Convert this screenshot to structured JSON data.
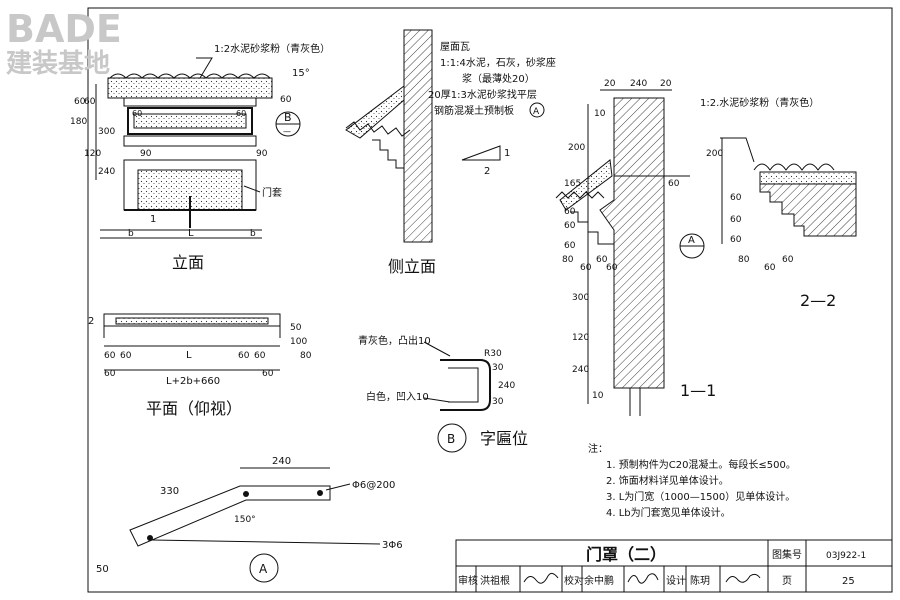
{
  "logo": {
    "brand": "BADE",
    "subtitle": "建装基地"
  },
  "elevation": {
    "top_note": "1:2水泥砂浆粉（青灰色）",
    "slope": "15°",
    "dims_left": [
      "60",
      "60",
      "180",
      "300",
      "120",
      "240"
    ],
    "dims_right": [
      "60",
      "90",
      "90"
    ],
    "sixty_left": "60",
    "sixty_right": "60",
    "door_frame": "门套",
    "l_label": "L",
    "b_left": "b",
    "b_right": "b",
    "one": "1",
    "section_mark": "B",
    "section_mark_sub": "—",
    "caption": "立面"
  },
  "side": {
    "roof_note": "屋面瓦",
    "note_line2": "1:1:4水泥，石灰，砂浆座",
    "note_line3": "浆（最薄处20）",
    "note_line4": "20厚1:3水泥砂浆找平层",
    "note_line5": "钢筋混凝土预制板",
    "note_mark": "A",
    "slope_v": "1",
    "slope_h": "2",
    "caption": "侧立面"
  },
  "plan": {
    "dims": [
      "60",
      "60",
      "L",
      "60",
      "60",
      "60",
      "60"
    ],
    "total": "L+2b+660",
    "left_mark": "2",
    "right_dims": [
      "50",
      "100",
      "80"
    ],
    "caption": "平面（仰视）"
  },
  "detail_a": {
    "dim_top": "240",
    "dim_slope": "330",
    "dim_bottom": "50",
    "angle": "150°",
    "rebar_top": "Φ6@200",
    "rebar_bottom": "3Φ6",
    "mark": "A"
  },
  "detail_b": {
    "label_top": "青灰色，凸出10",
    "label_bottom": "白色，凹入10",
    "dims": [
      "R30",
      "30",
      "240",
      "30"
    ],
    "mark": "B",
    "caption": "字匾位"
  },
  "section_11": {
    "dims_top": [
      "20",
      "240",
      "20"
    ],
    "dims_left": [
      "10",
      "200",
      "165",
      "60",
      "60",
      "60",
      "300",
      "120",
      "240",
      "10"
    ],
    "dims_bottom": [
      "80",
      "60",
      "60",
      "60"
    ],
    "dim_right": "60",
    "mark": "A",
    "caption": "1—1"
  },
  "section_22": {
    "note": "1:2.水泥砂浆粉（青灰色）",
    "dims_left": [
      "200",
      "60",
      "60",
      "60"
    ],
    "dims_bottom": [
      "80",
      "60",
      "60"
    ],
    "caption": "2—2"
  },
  "notes": {
    "heading": "注：",
    "items": [
      "1. 预制构件为C20混凝土。每段长≤500。",
      "2. 饰面材料详见单体设计。",
      "3. L为门宽（1000—1500）见单体设计。",
      "4. Lb为门套宽见单体设计。"
    ]
  },
  "title_block": {
    "title": "门罩（二）",
    "atlas_label": "图集号",
    "atlas_value": "03J922-1",
    "review": "审核",
    "review_name": "洪祖根",
    "check": "校对",
    "check_name": "余中鹏",
    "design": "设计",
    "design_name": "陈玥",
    "page_label": "页",
    "page_value": "25"
  }
}
